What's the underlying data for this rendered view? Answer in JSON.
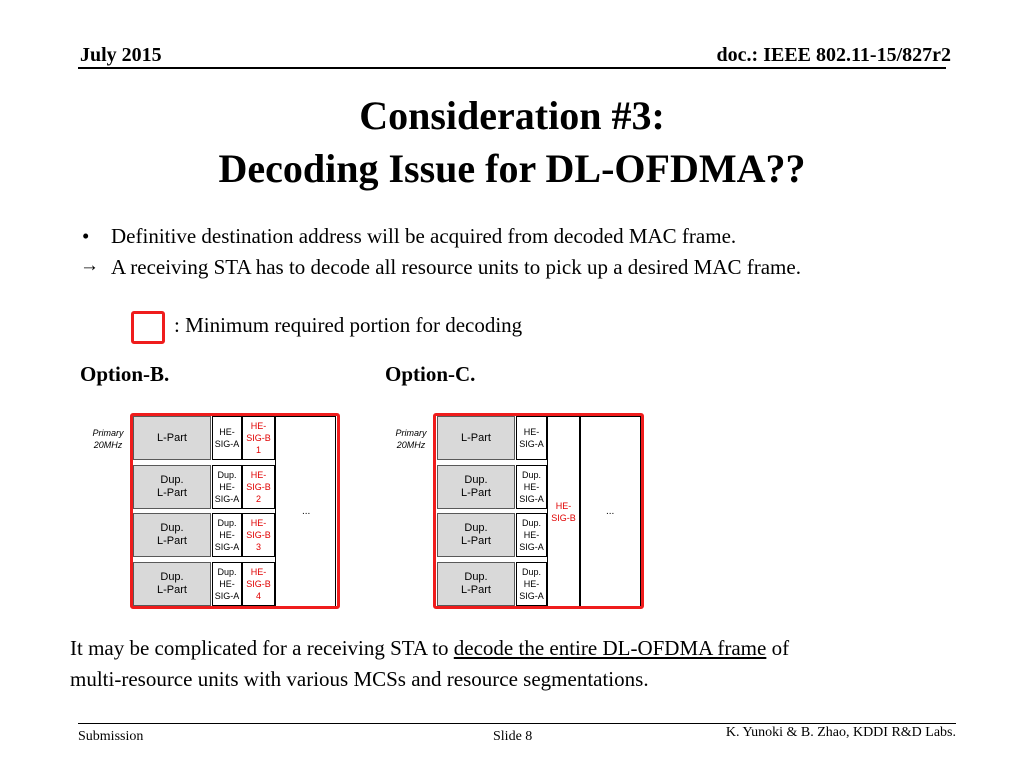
{
  "header": {
    "date": "July 2015",
    "doc": "doc.: IEEE 802.11-15/827r2"
  },
  "title": {
    "line1": "Consideration #3:",
    "line2": "Decoding Issue for DL-OFDMA??"
  },
  "bullets": {
    "b1_marker": "•",
    "b1": "Definitive destination address will be acquired from decoded MAC frame.",
    "b2_marker": "→",
    "b2": "A receiving STA has to decode all resource units to pick up a desired MAC frame."
  },
  "legend": {
    "text": ": Minimum required portion for decoding",
    "color": "#ef1c1c"
  },
  "optionB": {
    "label": "Option-B.",
    "primary_line1": "Primary",
    "primary_line2": "20MHz",
    "lpart": "L-Part",
    "dup1": "Dup.",
    "dup2": "L-Part",
    "sig_a1": "HE-",
    "sig_a2": "SIG-A",
    "dsig1": "Dup.",
    "dsig2": "HE-",
    "dsig3": "SIG-A",
    "sigb": [
      {
        "l1": "HE-",
        "l2": "SIG-B",
        "l3": "1"
      },
      {
        "l1": "HE-",
        "l2": "SIG-B",
        "l3": "2"
      },
      {
        "l1": "HE-",
        "l2": "SIG-B",
        "l3": "3"
      },
      {
        "l1": "HE-",
        "l2": "SIG-B",
        "l3": "4"
      }
    ],
    "ellipsis": "..."
  },
  "optionC": {
    "label": "Option-C.",
    "primary_line1": "Primary",
    "primary_line2": "20MHz",
    "lpart": "L-Part",
    "dup1": "Dup.",
    "dup2": "L-Part",
    "sig_a1": "HE-",
    "sig_a2": "SIG-A",
    "dsig1": "Dup.",
    "dsig2": "HE-",
    "dsig3": "SIG-A",
    "sigb1": "HE-",
    "sigb2": "SIG-B",
    "ellipsis": "..."
  },
  "conclusion": {
    "pre": "It may be complicated for a receiving STA to ",
    "underlined": "decode the entire DL-OFDMA frame",
    "post": " of",
    "line2": "multi-resource units with various MCSs and resource segmentations."
  },
  "footer": {
    "submission": "Submission",
    "slide": "Slide 8",
    "author": "K. Yunoki & B. Zhao, KDDI R&D Labs."
  }
}
